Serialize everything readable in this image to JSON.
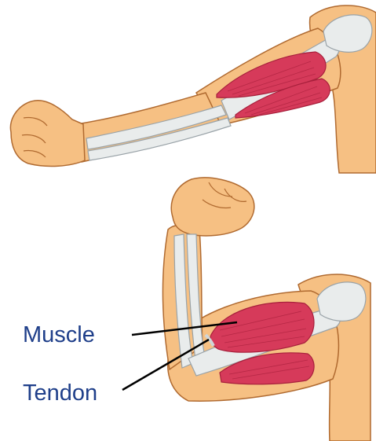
{
  "labels": {
    "muscle": "Muscle",
    "tendon": "Tendon"
  },
  "colors": {
    "skin": "#f6c083",
    "skin_outline": "#b06a30",
    "bone": "#e9ecec",
    "bone_outline": "#9aa3a8",
    "muscle": "#d63a5a",
    "muscle_dark": "#a8203c",
    "label_text": "#1f3f8a",
    "leader_line": "#000000"
  },
  "figures": [
    {
      "name": "extended-arm"
    },
    {
      "name": "flexed-arm"
    }
  ]
}
